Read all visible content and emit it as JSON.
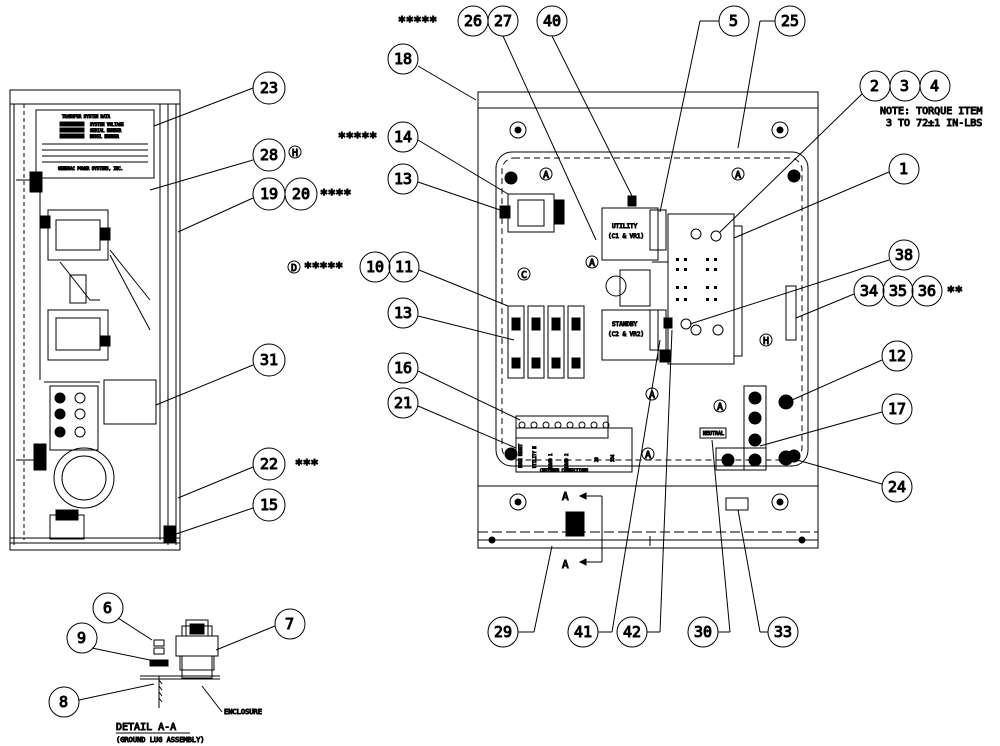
{
  "title": "",
  "note_line1": "NOTE: TORQUE ITEM",
  "note_line2": "3 TO 72±1 IN-LBS",
  "detail_title": "DETAIL A-A",
  "detail_subtitle": "(GROUND LUG ASSEMBLY)",
  "enclosure_label": "ENCLOSURE",
  "section_label": "A",
  "side_plate": {
    "heading": "TRANSFER SYSTEM DATA",
    "row1": "SYSTEM VOLTAGE",
    "row2": "SERIAL NUMBER",
    "row3": "MODEL NUMBER",
    "brand": "GENERAC POWER SYSTEMS, INC."
  },
  "panel_labels": {
    "utility": "UTILITY",
    "utility_sub": "(C1 & VR1)",
    "standby": "STANDBY",
    "standby_sub": "(C2 & VR2)",
    "neutral": "NEUTRAL",
    "customer_connections": "CUSTOMER CONNECTIONS",
    "terminals": [
      "FUSE RESET",
      "UTILITY N",
      "LOAD 1",
      "LOAD 2",
      "",
      "23",
      "194"
    ]
  },
  "markers": {
    "a": "A",
    "c": "C",
    "h": "H",
    "d": "D"
  },
  "star_groups": {
    "s27": "*****",
    "s14": "*****",
    "s10": "*****",
    "s19": "****",
    "s22": "***",
    "s34": "**"
  },
  "callouts": {
    "c26": "26",
    "c27": "27",
    "c40": "40",
    "c5": "5",
    "c25": "25",
    "c18": "18",
    "c2": "2",
    "c3": "3",
    "c4": "4",
    "c1": "1",
    "c14": "14",
    "c13a": "13",
    "c13b": "13",
    "c10": "10",
    "c11": "11",
    "c38": "38",
    "c34": "34",
    "c35": "35",
    "c36": "36",
    "c12": "12",
    "c16": "16",
    "c17": "17",
    "c21": "21",
    "c24": "24",
    "c23": "23",
    "c28": "28",
    "c19": "19",
    "c20": "20",
    "c31": "31",
    "c22": "22",
    "c15": "15",
    "c29": "29",
    "c41": "41",
    "c42": "42",
    "c30": "30",
    "c33": "33",
    "c6": "6",
    "c7": "7",
    "c9": "9",
    "c8": "8"
  }
}
